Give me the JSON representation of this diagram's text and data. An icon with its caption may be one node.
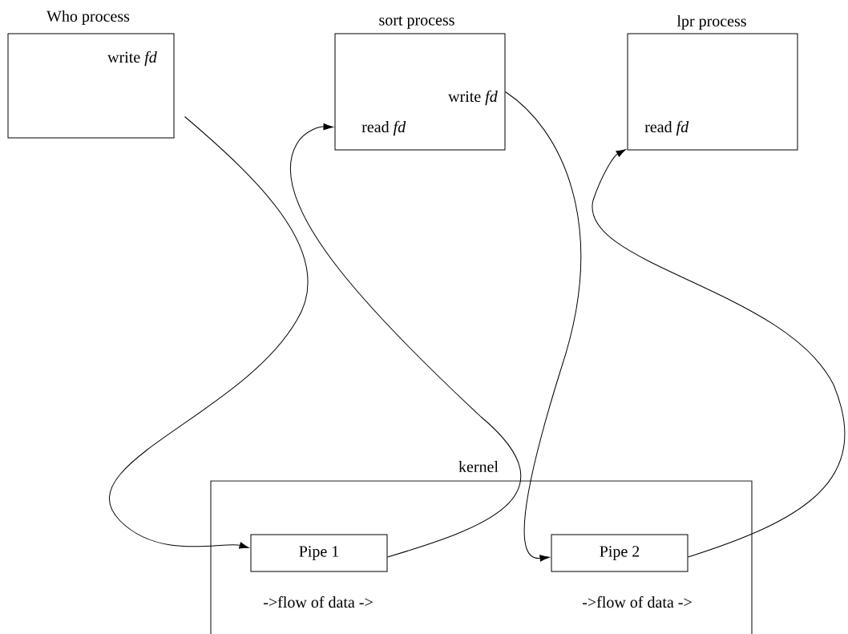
{
  "diagram": {
    "nodes": [
      {
        "text": [
          "Who process",
          "write *fd*"
        ]
      },
      {
        "text": [
          "sort process",
          "write *fd*",
          "read *fd*"
        ]
      },
      {
        "text": [
          "lpr process",
          "read *fd*"
        ]
      },
      {
        "text": [
          "kernel"
        ]
      },
      {
        "text": [
          "Pipe 1"
        ],
        "in": 3,
        "beside": [
          "->flow of data ->"
        ]
      },
      {
        "text": [
          "Pipe 2"
        ],
        "in": 3,
        "beside": [
          "->flow of data ->"
        ]
      }
    ],
    "edges": [
      {
        "from": 0,
        "to": 4,
        "arrow": "to"
      },
      {
        "from": 4,
        "to": 1,
        "arrow": "to"
      },
      {
        "from": 1,
        "to": 5,
        "arrow": "to"
      },
      {
        "from": 5,
        "to": 2,
        "arrow": "to"
      }
    ]
  }
}
